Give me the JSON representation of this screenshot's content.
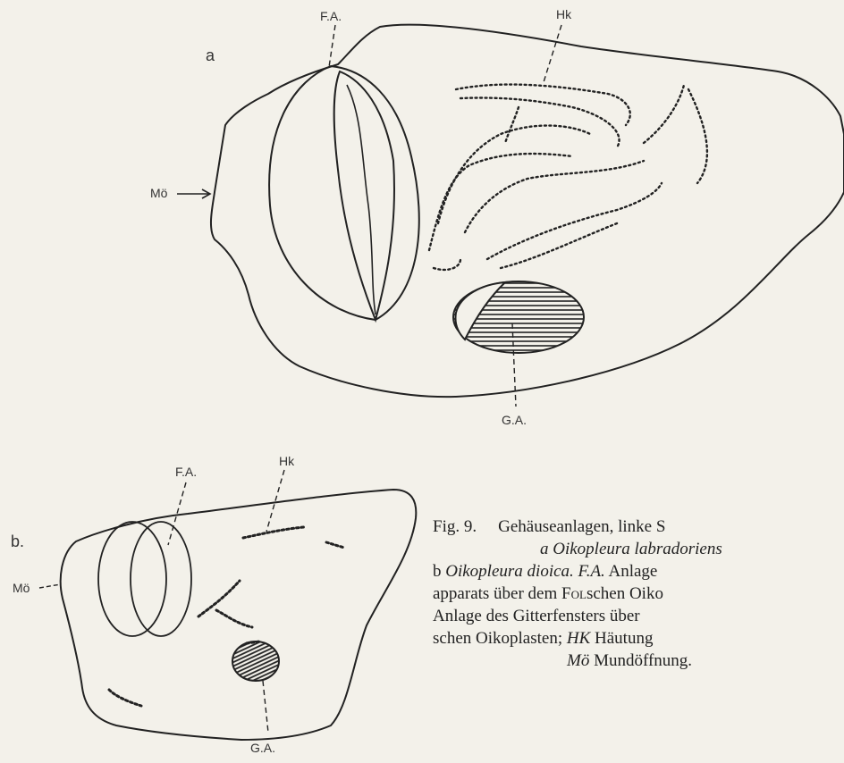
{
  "panel_a": {
    "letter": "a",
    "labels": {
      "fa": "F.A.",
      "hk": "Hk",
      "mo": "Mö",
      "ga": "G.A."
    }
  },
  "panel_b": {
    "letter": "b.",
    "labels": {
      "fa": "F.A.",
      "hk": "Hk",
      "mo": "Mö",
      "ga": "G.A."
    }
  },
  "caption": {
    "fig_number": "Fig. 9.",
    "l1_text": "Gehäuseanlagen, linke S",
    "l2_text": "a Oikopleura labradoriens",
    "l3_b": "b",
    "l3_species": "Oikopleura dioica.",
    "l3_abbr": "F.A.",
    "l3_text": "Anlage",
    "l4_a": "apparats über dem",
    "l4_sc": "Fol",
    "l4_b": "schen Oiko",
    "l5_text": "Anlage des Gitterfensters über",
    "l6_a": "schen Oikoplasten;",
    "l6_abbr": "HK",
    "l6_b": "Häutung",
    "l7_abbr": "Mö",
    "l7_text": "Mundöffnung."
  },
  "colors": {
    "ink": "#222222",
    "paper": "#f3f1ea"
  }
}
